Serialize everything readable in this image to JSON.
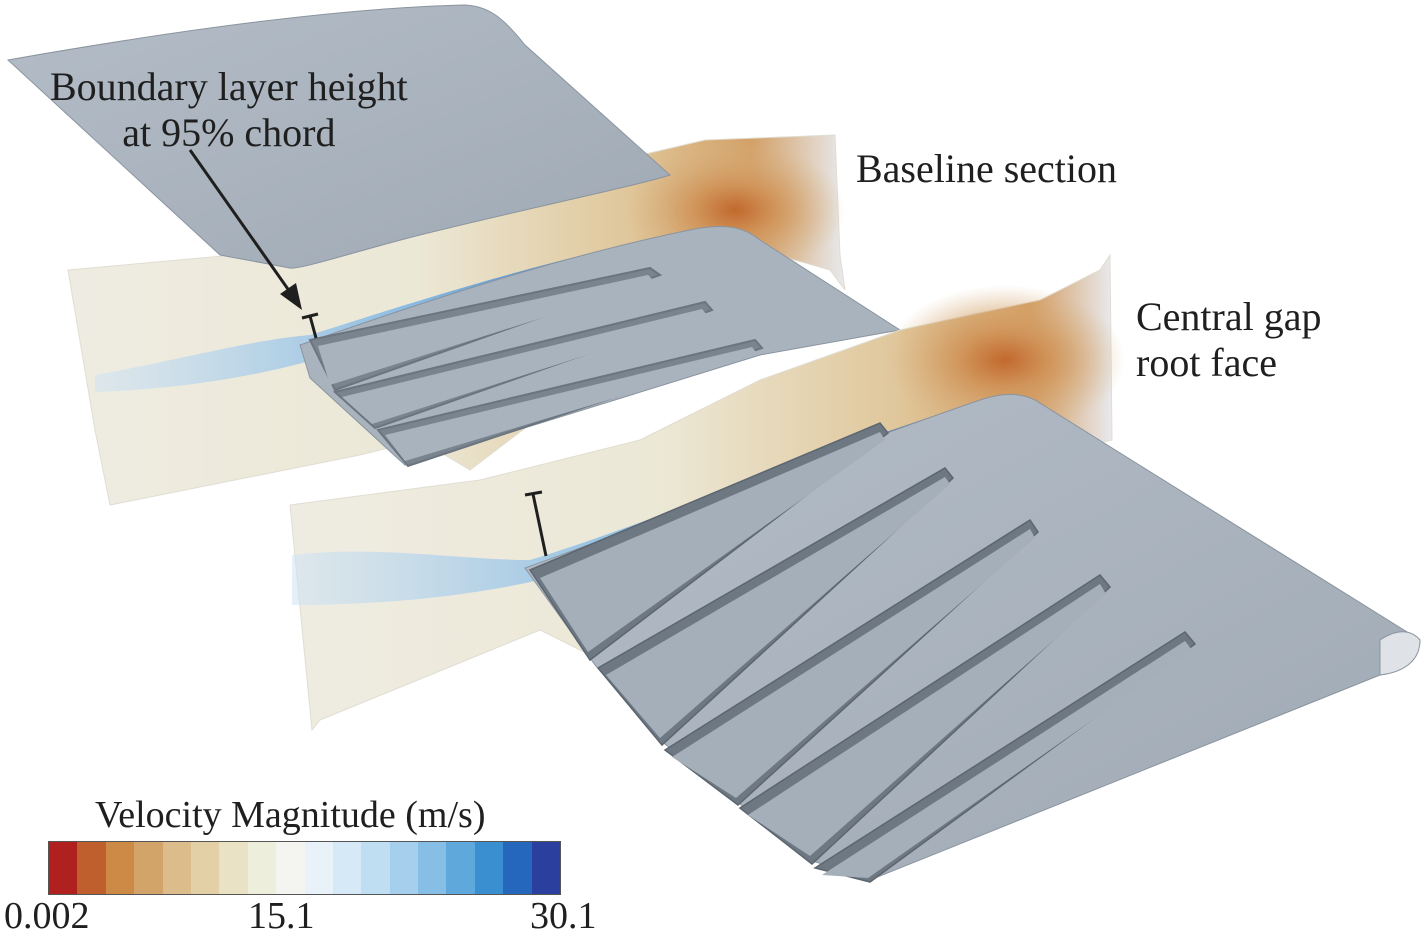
{
  "annotation": {
    "line1": "Boundary layer height",
    "line2": "at 95% chord"
  },
  "labels": {
    "baseline": "Baseline section",
    "central_line1": "Central gap",
    "central_line2": "root face"
  },
  "colorbar": {
    "title": "Velocity Magnitude (m/s)",
    "min": "0.002",
    "mid": "15.1",
    "max": "30.1",
    "colors": [
      "#b0201f",
      "#bf5f2e",
      "#cc8a46",
      "#d3a469",
      "#dbbc8a",
      "#e3d0a6",
      "#e9e2c4",
      "#eeeedd",
      "#f4f5f1",
      "#e9f2f8",
      "#d6e9f6",
      "#bfdef2",
      "#a5cfec",
      "#86bee6",
      "#5fa8dc",
      "#3a8fd0",
      "#2467bd",
      "#2b3f9e"
    ]
  },
  "colors": {
    "surface": "#a8b2bd",
    "surface_edge": "#8a949f",
    "slot_shadow": "#5c6670",
    "annotation": "#1f1f1f"
  }
}
